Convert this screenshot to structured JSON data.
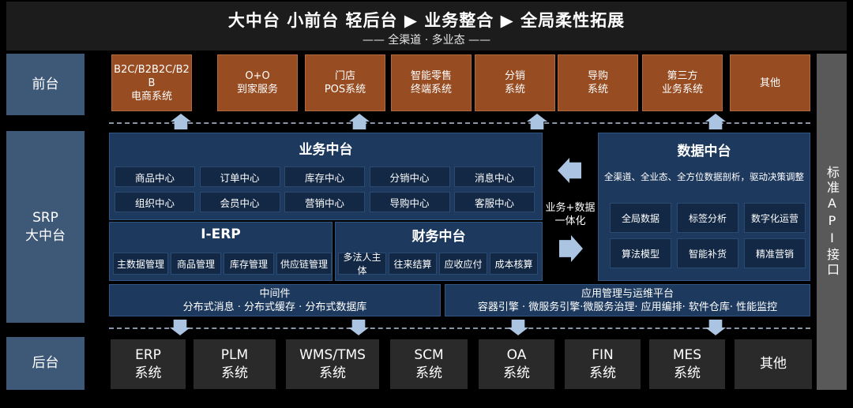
{
  "header": {
    "title": "大中台 小前台 轻后台  ▶ 业务整合  ▶ 全局柔性拓展",
    "subtitle": "—— 全渠道 · 多业态 ——"
  },
  "tiers": {
    "front": "前台",
    "middle_line1": "SRP",
    "middle_line2": "大中台",
    "back": "后台"
  },
  "api": "标准API接口",
  "front_systems": [
    [
      "B2C/B2B2C/B2",
      "B",
      "电商系统"
    ],
    [
      "O+O",
      "到家服务"
    ],
    [
      "门店",
      "POS系统"
    ],
    [
      "智能零售",
      "终端系统"
    ],
    [
      "分销",
      "系统"
    ],
    [
      "导购",
      "系统"
    ],
    [
      "第三方",
      "业务系统"
    ],
    [
      "其他"
    ]
  ],
  "business_center": {
    "title": "业务中台",
    "items": [
      "商品中心",
      "订单中心",
      "库存中心",
      "分销中心",
      "消息中心",
      "组织中心",
      "会员中心",
      "营销中心",
      "导购中心",
      "客服中心"
    ]
  },
  "ierp": {
    "title": "I-ERP",
    "items": [
      "主数据管理",
      "商品管理",
      "库存管理",
      "供应链管理"
    ]
  },
  "finance_center": {
    "title": "财务中台",
    "items": [
      "多法人主体",
      "往来结算",
      "应收应付",
      "成本核算"
    ]
  },
  "integration": {
    "line1": "业务+数据",
    "line2": "一体化"
  },
  "data_center": {
    "title": "数据中台",
    "desc": "全渠道、全业态、全方位数据剖析，驱动决策调整",
    "items": [
      "全局数据",
      "标签分析",
      "数字化运营",
      "算法模型",
      "智能补货",
      "精准营销"
    ]
  },
  "middleware": {
    "title": "中间件",
    "desc": "分布式消息 · 分布式缓存 · 分布式数据库"
  },
  "ops_platform": {
    "title": "应用管理与运维平台",
    "desc": "容器引擎 · 微服务引擎·微服务治理· 应用编排· 软件仓库· 性能监控"
  },
  "back_systems": [
    [
      "ERP",
      "系统"
    ],
    [
      "PLM",
      "系统"
    ],
    [
      "WMS/TMS",
      "系统"
    ],
    [
      "SCM",
      "系统"
    ],
    [
      "OA",
      "系统"
    ],
    [
      "FIN",
      "系统"
    ],
    [
      "MES",
      "系统"
    ],
    [
      "其他"
    ]
  ],
  "colors": {
    "background": "#000000",
    "header": "#1c1c1c",
    "tier": "#3e5878",
    "front_system": "#974c22",
    "block": "#1d3a5e",
    "cell": "#122844",
    "back_system": "#2a2a2a",
    "api": "#595959",
    "arrow": "#aac4e2"
  }
}
